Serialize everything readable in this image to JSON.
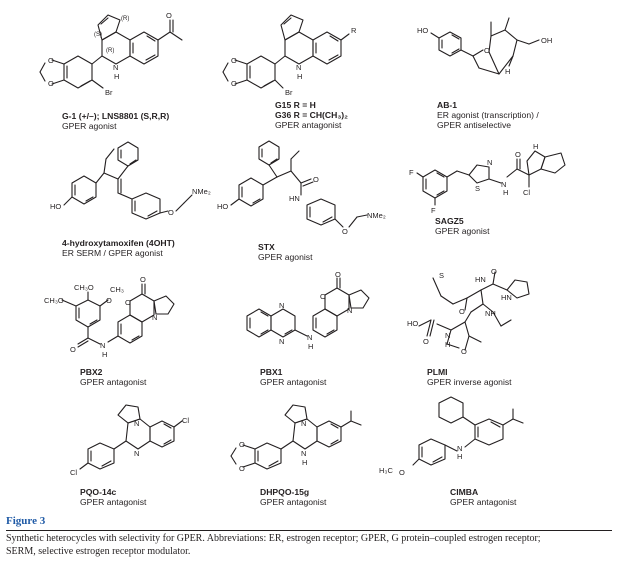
{
  "compounds": [
    {
      "name": "G-1 (+/–); LNS8801 (S,R,R)",
      "activity": "GPER agonist",
      "atoms": {
        "br": "Br",
        "nh": "N",
        "h": "H",
        "s": "(S)",
        "r1": "(R)",
        "r2": "(R)"
      }
    },
    {
      "name": "G15 R = H",
      "name2": "G36 R = CH(CH₃)₂",
      "activity": "GPER antagonist",
      "atoms": {
        "br": "Br",
        "nh": "N",
        "h": "H",
        "r": "R"
      }
    },
    {
      "name": "AB-1",
      "activity": "ER agonist (transcription) /",
      "activity2": "GPER antiselective",
      "atoms": {
        "ho": "HO",
        "oh": "OH",
        "o": "O",
        "h": "H"
      }
    },
    {
      "name": "4-hydroxytamoxifen (4OHT)",
      "activity": "ER SERM / GPER agonist",
      "atoms": {
        "ho": "HO",
        "nme2": "NMe₂",
        "o": "O"
      }
    },
    {
      "name": "STX",
      "activity": "GPER agonist",
      "atoms": {
        "ho": "HO",
        "nme2": "NMe₂",
        "o": "O",
        "hn": "HN"
      }
    },
    {
      "name": "SAGZ5",
      "activity": "GPER agonist",
      "atoms": {
        "f1": "F",
        "f2": "F",
        "s": "S",
        "n": "N",
        "nh": "N",
        "h": "H",
        "o": "O",
        "cl": "Cl",
        "hn": "H"
      }
    },
    {
      "name": "PBX2",
      "activity": "GPER antagonist",
      "atoms": {
        "ch3o": "CH₃O",
        "ch3": "CH₃",
        "ch3o2": "CH₃O",
        "o": "O",
        "o2": "O",
        "n": "N",
        "nh": "N",
        "h": "H"
      }
    },
    {
      "name": "PBX1",
      "activity": "GPER antagonist",
      "atoms": {
        "n1": "N",
        "n2": "N",
        "n3": "N",
        "nh": "N",
        "h": "H",
        "o": "O"
      }
    },
    {
      "name": "PLMI",
      "activity": "GPER inverse agonist",
      "atoms": {
        "s": "S",
        "hn": "HN",
        "hn2": "HN",
        "o": "O",
        "nh": "NH",
        "ho": "HO",
        "n": "N",
        "h": "H"
      }
    },
    {
      "name": "PQO-14c",
      "activity": "GPER antagonist",
      "atoms": {
        "cl1": "Cl",
        "cl2": "Cl",
        "n1": "N",
        "n2": "N"
      }
    },
    {
      "name": "DHPQO-15g",
      "activity": "GPER antagonist",
      "atoms": {
        "n": "N",
        "nh": "N",
        "h": "H"
      }
    },
    {
      "name": "CIMBA",
      "activity": "GPER antagonist",
      "atoms": {
        "h3co": "H₃C",
        "o": "O",
        "nh": "N",
        "h": "H"
      }
    }
  ],
  "figure": {
    "label": "Figure 3",
    "caption_line1": "Synthetic heterocycles with selectivity for GPER. Abbreviations: ER, estrogen receptor; GPER, G protein–coupled estrogen receptor;",
    "caption_line2": "SERM, selective estrogen receptor modulator."
  }
}
